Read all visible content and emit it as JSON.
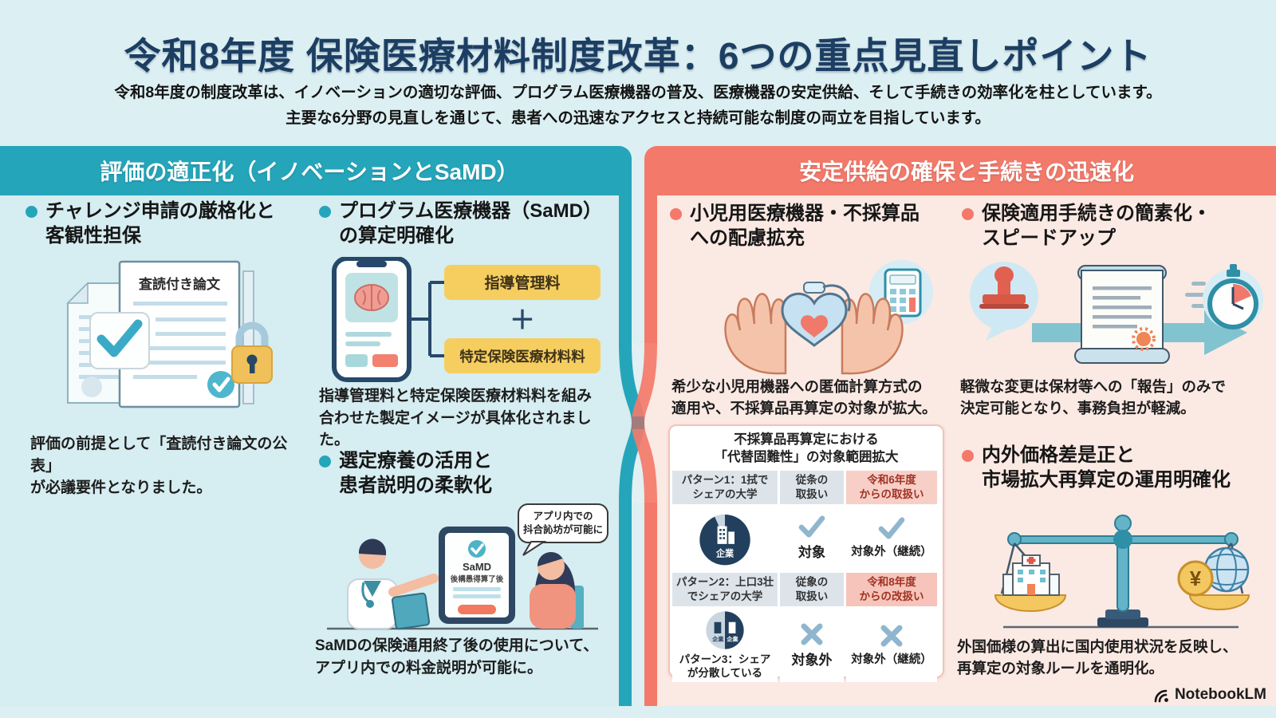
{
  "page": {
    "title": "令和8年度 保険医療材料制度改革：6つの重点見直しポイント",
    "subtitle1": "令和8年度の制度改革は、イノベーションの適切な評価、プログラム医療機器の普及、医療機器の安定供給、そして手続きの効率化を柱としています。",
    "subtitle2": "主要な6分野の見直しを通じて、患者への迅速なアクセスと持続可能な制度の両立を目指しています。",
    "brand": "NotebookLM"
  },
  "colors": {
    "accent_teal": "#25A5BA",
    "accent_salmon": "#F3796A",
    "title_navy": "#1C3E63",
    "left_body": "#D6EDF1",
    "right_body": "#FBE9E3",
    "highlight_yellow": "#F6CE60",
    "check_blue": "#8FB6CE"
  },
  "left": {
    "header": "評価の適正化（イノベーションとSaMD）",
    "item1": {
      "title": "チャレンジ申請の厳格化と\n客観性担保",
      "doc_label": "査読付き論文",
      "caption": "評価の前提として「査読付き論文の公表」\nが必議要件となりました。"
    },
    "item2": {
      "title": "プログラム医療機器（SaMD）\nの算定明確化",
      "box1": "指導管理料",
      "plus": "＋",
      "box2": "特定保険医療材料料",
      "caption": "指導管理料と特定保険医療材料料を組み\n合わせた製定イメージが具体化されました。"
    },
    "item3": {
      "title": "選定療養の活用と\n患者説明の柔軟化",
      "bubble": "アプリ内での\n抖合訫坊が可能に",
      "screen_title": "SaMD",
      "screen_sub": "後構愚得算了後",
      "caption": "SaMDの保険通用終了後の使用について、\nアプリ内での料金説明が可能に。"
    }
  },
  "right": {
    "header": "安定供給の確保と手続きの迅速化",
    "item1": {
      "title": "小児用医療機器・不採算品\nへの配慮拡充",
      "caption": "希少な小児用機器への匿価計算方式の\n適用や、不採算品再算定の対象が拡大。"
    },
    "item2": {
      "title": "保険適用手続きの簡素化・\nスピードアップ",
      "caption": "軽微な変更は保材等への「報告」のみで\n決定可能となり、事務負担が軽減。"
    },
    "table": {
      "title": "不採算品再算定における\n「代替固難性」の対象範囲拡大",
      "h1_col1": "パターン1：1拭で\nシェアの大学",
      "h1_col2": "従条の\n取扱い",
      "h1_col3": "令和6年度\nからの取扱い",
      "r1_icon_label": "企業",
      "r1_mid_mark": "check",
      "r1_mid_text": "対象",
      "r1_right_mark": "check",
      "r1_right_text": "対象外（継続）",
      "h2_col1": "パターン2：上口3壮\nでシェアの大学",
      "h2_col2": "従象の\n取扱い",
      "h2_col3": "令和8年度\nからの改扱い",
      "r2_icon_label1": "企業",
      "r2_icon_label2": "企業",
      "r2_pattern3": "パターン3：シェア\nが分散している",
      "r2_mid_mark": "cross",
      "r2_mid_text": "対象外",
      "r2_right_mark": "cross",
      "r2_right_text": "対象外（継続）"
    },
    "item4": {
      "title": "内外価格差是正と\n市場拡大再算定の運用明確化",
      "coin_symbol": "¥",
      "caption": "外国価様の算出に国内使用状況を反映し、\n再算定の対象ルールを通明化。"
    }
  }
}
